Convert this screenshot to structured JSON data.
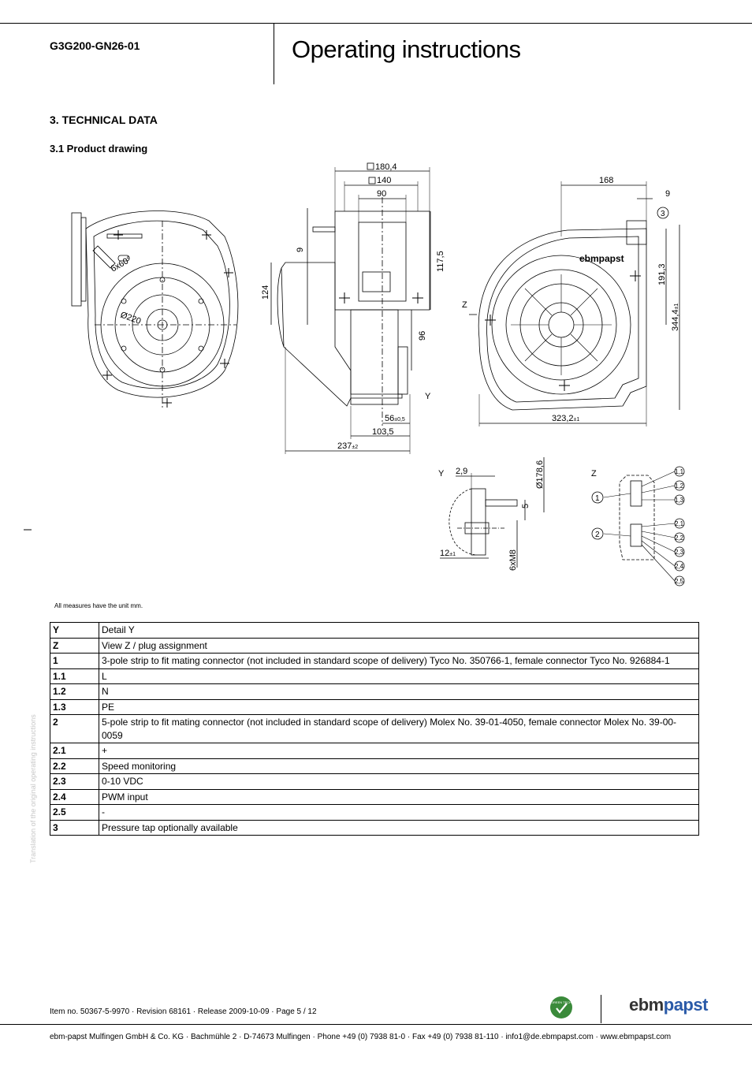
{
  "header": {
    "model": "G3G200-GN26-01",
    "title": "Operating instructions"
  },
  "section": {
    "title": "3. TECHNICAL DATA",
    "subtitle": "3.1 Product drawing"
  },
  "drawing": {
    "dims": {
      "d180": "180,4",
      "d140": "140",
      "d90": "90",
      "d9v": "9",
      "d1175": "117,5",
      "d124": "124",
      "d96": "96",
      "d56": "56",
      "d56tol": "±0,5",
      "d1035": "103,5",
      "d237": "237",
      "d237tol": "±2",
      "d168": "168",
      "d9h": "9",
      "d1913": "191,3",
      "d3444": "344,4",
      "d3444tol": "±1",
      "d3232": "323,2",
      "d3232tol": "±1",
      "d29": "2,9",
      "d1786": "Ø178,6",
      "d5": "5",
      "d12": "12",
      "d12tol": "±1",
      "d6xm8": "6xM8",
      "d6x60": "6x60°",
      "d220": "Ø220"
    },
    "labels": {
      "y": "Y",
      "z": "Z",
      "brand": "ebmpapst",
      "c1": "1",
      "c2": "2",
      "c3": "3",
      "p11": "1,1",
      "p12": "1,2",
      "p13": "1,3",
      "p21": "2,1",
      "p22": "2,2",
      "p23": "2,3",
      "p24": "2,4",
      "p25": "2,5"
    }
  },
  "units_note": "All measures have the unit mm.",
  "legend": [
    {
      "key": "Y",
      "desc": "Detail Y"
    },
    {
      "key": "Z",
      "desc": "View Z / plug assignment"
    },
    {
      "key": "1",
      "desc": "3-pole strip to fit mating connector (not included in standard scope of delivery) Tyco No. 350766-1, female connector Tyco No. 926884-1"
    },
    {
      "key": "1.1",
      "desc": "L"
    },
    {
      "key": "1.2",
      "desc": "N"
    },
    {
      "key": "1.3",
      "desc": "PE"
    },
    {
      "key": "2",
      "desc": "5-pole strip to fit mating connector (not included in standard scope of delivery) Molex No. 39-01-4050, female connector Molex No. 39-00-0059"
    },
    {
      "key": "2.1",
      "desc": "+"
    },
    {
      "key": "2.2",
      "desc": "Speed monitoring"
    },
    {
      "key": "2.3",
      "desc": "0-10 VDC"
    },
    {
      "key": "2.4",
      "desc": "PWM input"
    },
    {
      "key": "2.5",
      "desc": "-"
    },
    {
      "key": "3",
      "desc": "Pressure tap optionally available"
    }
  ],
  "side_note": "Translation of the original operating instructions",
  "footer": {
    "item_line": "Item no. 50367-5-9970 · Revision 68161 · Release 2009-10-09 · Page 5 / 12",
    "company_line": "ebm-papst Mulfingen GmbH & Co. KG · Bachmühle 2 · D-74673 Mulfingen · Phone +49 (0) 7938 81-0 · Fax +49 (0) 7938 81-110 · info1@de.ebmpapst.com · www.ebmpapst.com",
    "logo_part1": "ebm",
    "logo_part2": "papst",
    "badge_text": "GREEN TECH"
  },
  "colors": {
    "logo_blue": "#2a5aa8",
    "badge_green": "#3a8a3a",
    "side_note_gray": "#c8c8c8"
  }
}
